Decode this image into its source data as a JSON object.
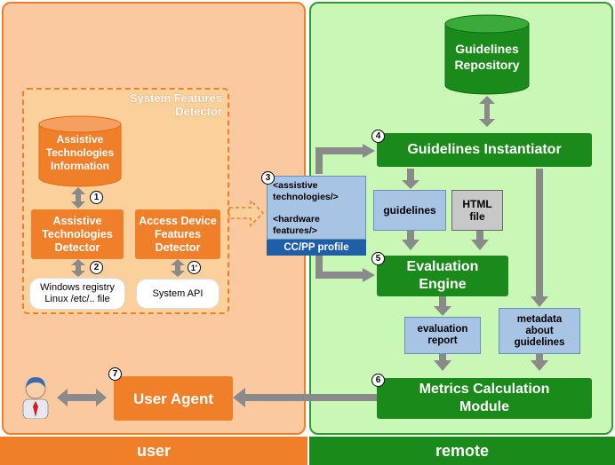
{
  "panels": {
    "user_label": "user",
    "remote_label": "remote"
  },
  "system_features_detector": {
    "title": "System Features Detector",
    "db_label": "Assistive Technologies Information",
    "at_detector": "Assistive Technologies Detector",
    "adf_detector": "Access Device Features Detector",
    "windows_registry": "Windows registry Linux /etc/.. file",
    "system_api": "System API"
  },
  "profile": {
    "content_line1": "<assistive technologies/>",
    "content_line2": "<hardware features/>",
    "label": "CC/PP profile"
  },
  "remote": {
    "repository": "Guidelines Repository",
    "instantiator": "Guidelines Instantiator",
    "guidelines": "guidelines",
    "html_file": "HTML file",
    "evaluation_engine": "Evaluation Engine",
    "evaluation_report": "evaluation report",
    "metadata": "metadata about guidelines",
    "metrics_module": "Metrics Calculation Module"
  },
  "user": {
    "user_agent": "User Agent"
  },
  "steps": {
    "s1": "1",
    "s1p": "1'",
    "s2": "2",
    "s3": "3",
    "s4": "4",
    "s5": "5",
    "s6": "6",
    "s7": "7"
  },
  "colors": {
    "orange": "#f07f2a",
    "green": "#1a8a1a",
    "user_bg": "#fbc9a0",
    "remote_bg": "#c9f7b5",
    "arrow_grey": "#8a8a8a",
    "profile_blue": "#a8c4e4"
  }
}
